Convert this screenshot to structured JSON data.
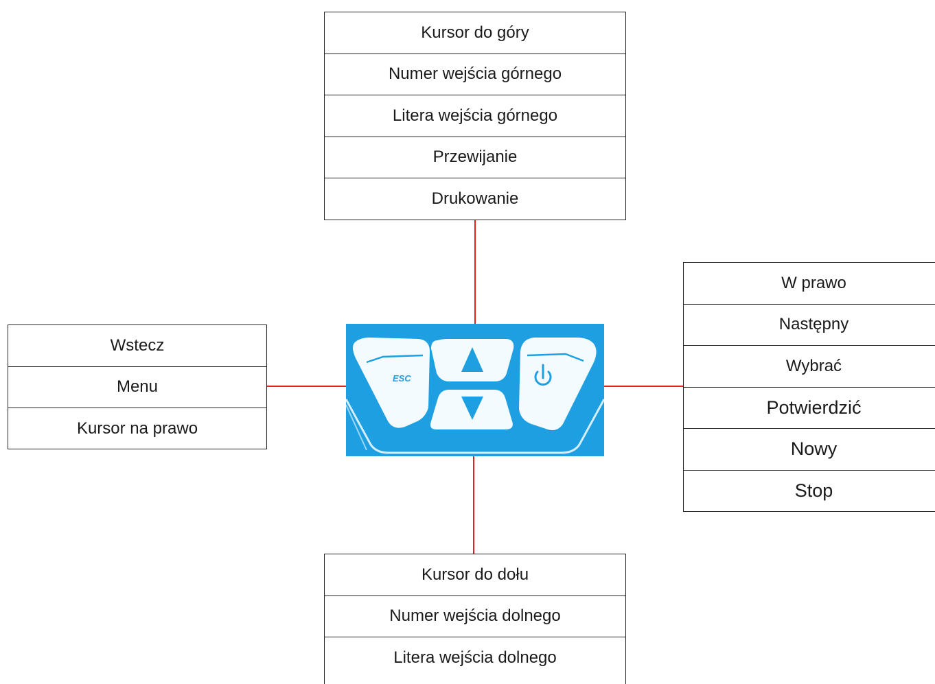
{
  "up_key_functions": [
    "Kursor do góry",
    "Numer wejścia górnego",
    "Litera wejścia górnego",
    "Przewijanie",
    "Drukowanie"
  ],
  "esc_key_functions": [
    "Wstecz",
    "Menu",
    "Kursor na prawo"
  ],
  "power_key_functions": [
    "W prawo",
    "Następny",
    "Wybrać",
    "Potwierdzić",
    "Nowy",
    "Stop"
  ],
  "down_key_functions": [
    "Kursor do dołu",
    "Numer wejścia dolnego",
    "Litera wejścia dolnego"
  ],
  "keypad": {
    "esc_label": "ESC",
    "background_color": "#1e9fe2",
    "key_color": "#f4fbff",
    "icon_color": "#1e9fe2"
  },
  "connector_color": "#e2231a"
}
